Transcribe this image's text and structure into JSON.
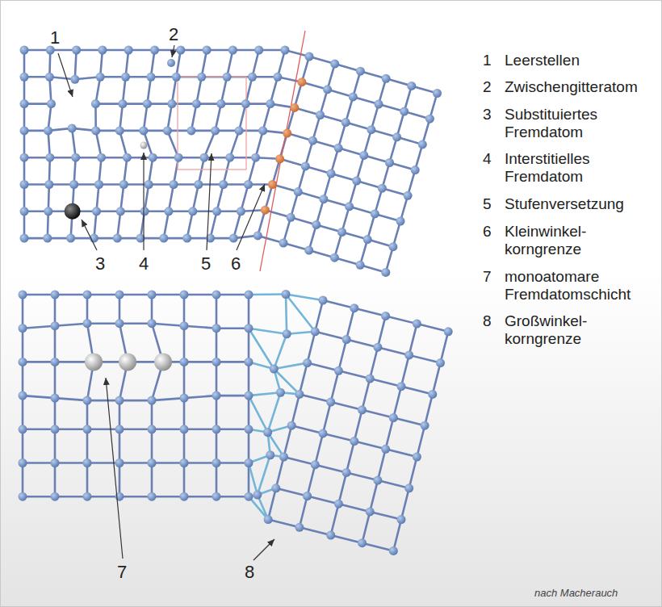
{
  "diagram": {
    "labels": [
      "1",
      "2",
      "3",
      "4",
      "5",
      "6",
      "7",
      "8",
      "1",
      "Leerstellen",
      "2",
      "Zwischengitteratom",
      "3",
      "Substituiertes Fremdatom",
      "4",
      "Interstitielles Fremdatom",
      "5",
      "Stufenversetzung",
      "6",
      "Kleinwinkel- korngrenze",
      "7",
      "monoatomare Fremdatomschicht",
      "8",
      "Großwinkel- korngrenze",
      "nach Macherauch"
    ]
  }
}
